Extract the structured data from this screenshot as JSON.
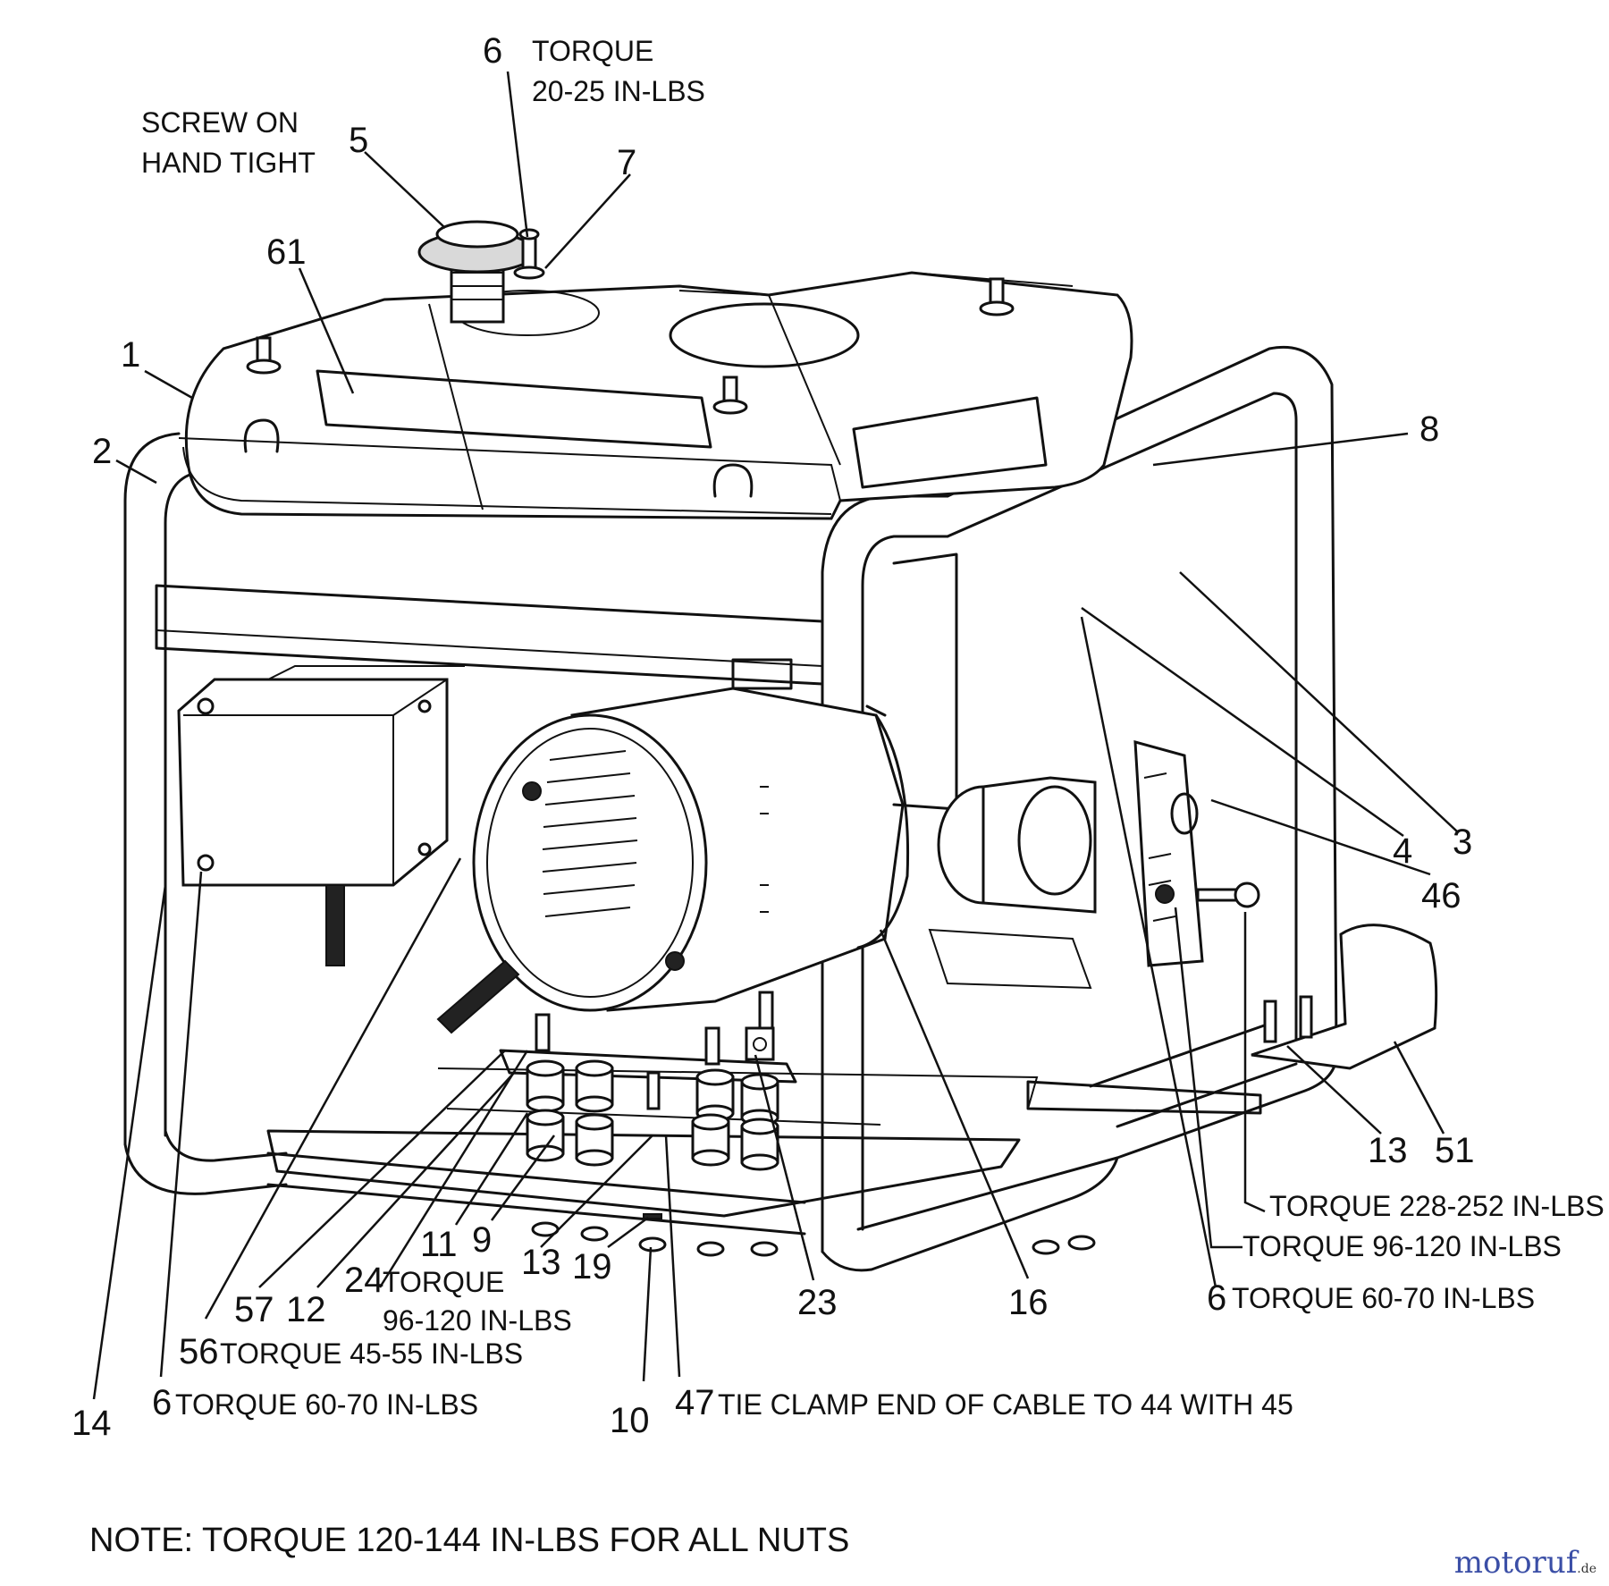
{
  "callouts": {
    "c6a": "6",
    "c5": "5",
    "c7": "7",
    "c61": "61",
    "c1": "1",
    "c2": "2",
    "c8": "8",
    "c4": "4",
    "c3": "3",
    "c46": "46",
    "c13r": "13",
    "c51": "51",
    "c6r": "6",
    "c16": "16",
    "c23": "23",
    "c11": "11",
    "c9": "9",
    "c13": "13",
    "c19": "19",
    "c24": "24",
    "c57": "57",
    "c12": "12",
    "c56": "56",
    "c6l": "6",
    "c14": "14",
    "c10": "10",
    "c47": "47"
  },
  "notes": {
    "torque_top_1": "TORQUE",
    "torque_top_2": "20-25 IN-LBS",
    "screw_1": "SCREW ON",
    "screw_2": "HAND TIGHT",
    "torque_228": "TORQUE 228-252 IN-LBS",
    "torque_96_r": "TORQUE 96-120 IN-LBS",
    "torque_60_r": "TORQUE 60-70 IN-LBS",
    "torque_24_1": "TORQUE",
    "torque_24_2": "96-120 IN-LBS",
    "torque_45": "TORQUE 45-55 IN-LBS",
    "torque_60_l": "TORQUE 60-70 IN-LBS",
    "tie_clamp": "TIE CLAMP END OF CABLE TO 44 WITH 45",
    "footer_note": "NOTE: TORQUE 120-144 IN-LBS FOR ALL NUTS"
  },
  "watermark": {
    "brand": "motoruf",
    "tld": ".de"
  }
}
